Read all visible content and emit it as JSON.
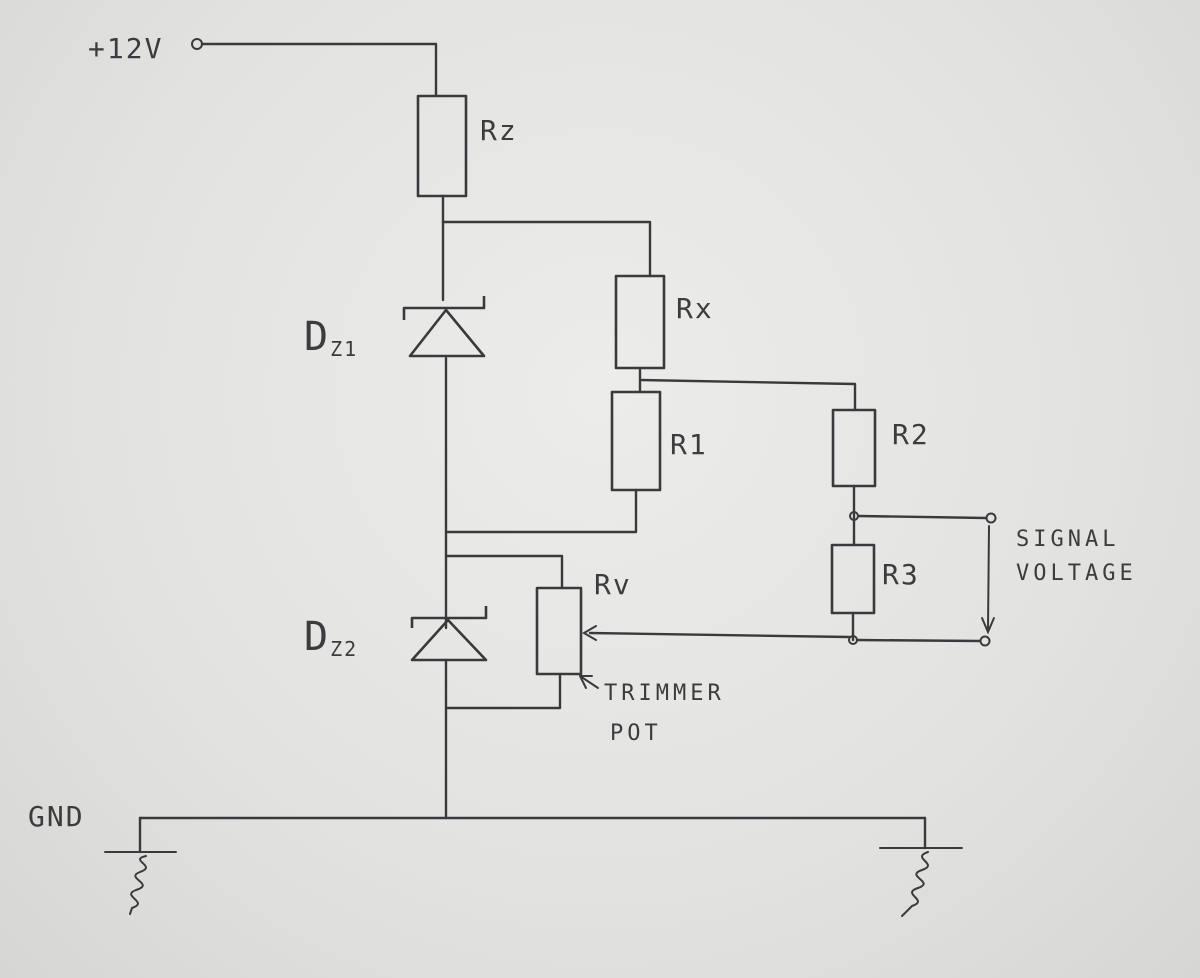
{
  "labels": {
    "supply": "+12V",
    "rz": "Rz",
    "rx": "Rx",
    "r1": "R1",
    "r2": "R2",
    "r3": "R3",
    "rv": "Rv",
    "dz1_main": "D",
    "dz1_sub": "Z1",
    "dz2_main": "D",
    "dz2_sub": "Z2",
    "signal_line1": "SIGNAL",
    "signal_line2": "VOLTAGE",
    "trimmer_line1": "TRIMMER",
    "trimmer_line2": "POT",
    "gnd": "GND"
  },
  "colors": {
    "ink": "#3a3a3c",
    "paper": "#e6e6e4"
  }
}
